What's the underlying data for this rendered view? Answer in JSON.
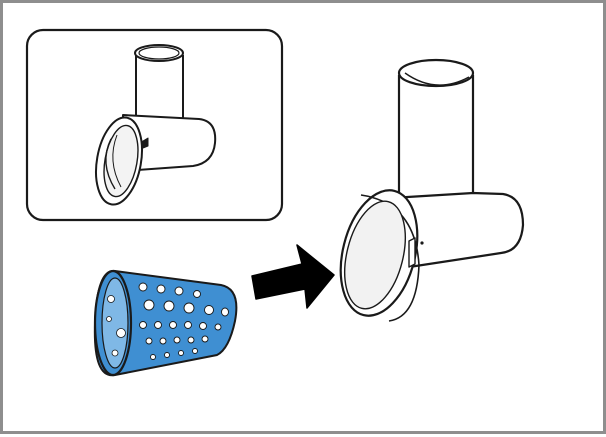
{
  "illustration": {
    "inset": {
      "depicts": "assembled-grater-housing-with-drum-inserted"
    },
    "drum": {
      "depicts": "grating-drum",
      "color": "#3f8fd2"
    },
    "arrow": {
      "depicts": "insert-direction-arrow",
      "color": "#000000"
    },
    "housing": {
      "depicts": "grater-housing-empty"
    }
  },
  "colors": {
    "frame": "#8e8e8e",
    "outline": "#1a1a1a",
    "drum_fill": "#3f8fd2",
    "drum_light": "#7fb8e6",
    "drum_hole": "#ffffff"
  }
}
